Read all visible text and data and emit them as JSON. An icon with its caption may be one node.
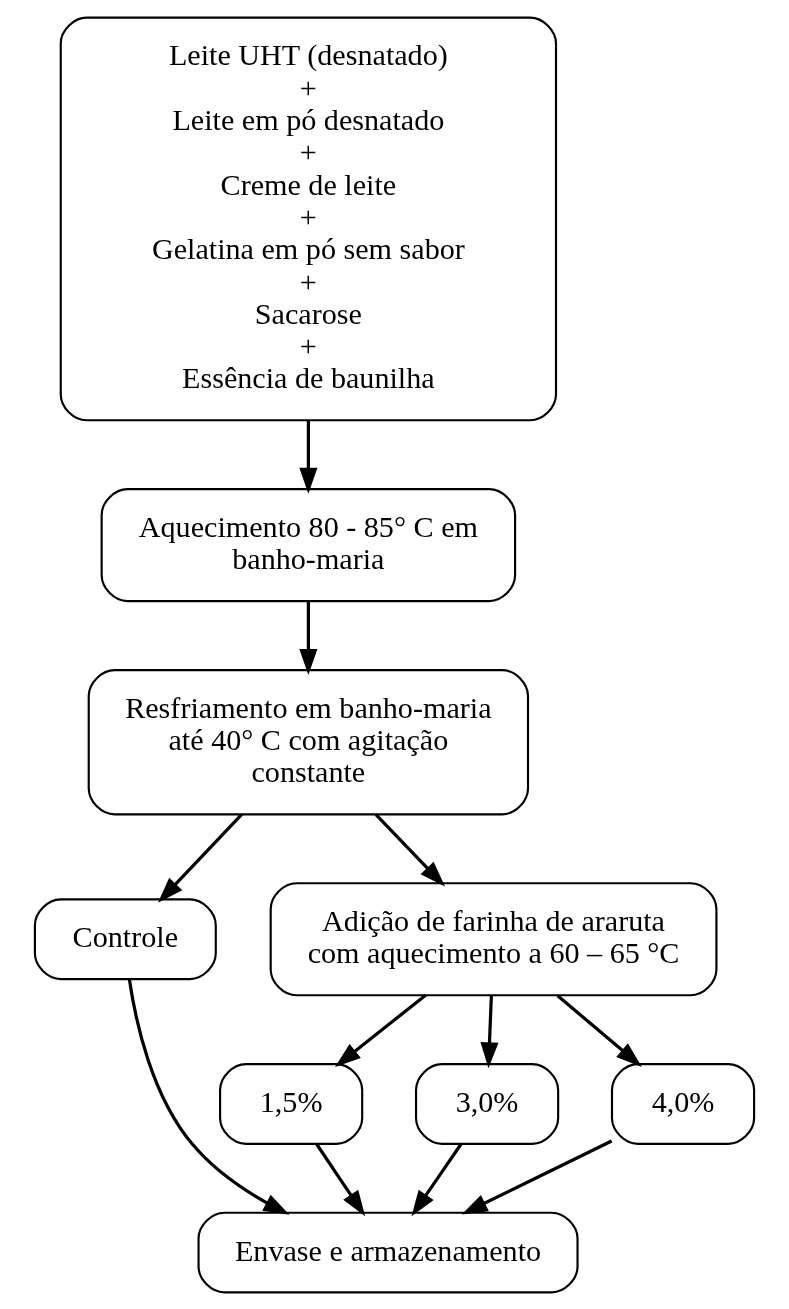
{
  "diagram": {
    "nodes": [
      {
        "text": [
          "Leite UHT (desnatado)",
          "+",
          "Leite em pó desnatado",
          "+",
          "Creme de leite",
          "+",
          "Gelatina em pó sem sabor",
          "+",
          "Sacarose",
          "+",
          "Essência de baunilha"
        ]
      },
      {
        "text": [
          "Aquecimento 80 - 85° C em banho-maria"
        ]
      },
      {
        "text": [
          "Resfriamento em banho-maria até 40° C com agitação constante"
        ]
      },
      {
        "text": [
          "Controle"
        ]
      },
      {
        "text": [
          "Adição de farinha de araruta com aquecimento a 60 – 65 °C"
        ]
      },
      {
        "text": [
          "1,5%"
        ]
      },
      {
        "text": [
          "3,0%"
        ]
      },
      {
        "text": [
          "4,0%"
        ]
      },
      {
        "text": [
          "Envase e armazenamento"
        ]
      }
    ],
    "edges": [
      {
        "from": 0,
        "to": 1,
        "arrow": "to"
      },
      {
        "from": 1,
        "to": 2,
        "arrow": "to"
      },
      {
        "from": 2,
        "to": 3,
        "arrow": "to"
      },
      {
        "from": 2,
        "to": 4,
        "arrow": "to"
      },
      {
        "from": 4,
        "to": 5,
        "arrow": "to"
      },
      {
        "from": 4,
        "to": 6,
        "arrow": "to"
      },
      {
        "from": 4,
        "to": 7,
        "arrow": "to"
      },
      {
        "from": 3,
        "to": 8,
        "arrow": "to"
      },
      {
        "from": 5,
        "to": 8,
        "arrow": "to"
      },
      {
        "from": 6,
        "to": 8,
        "arrow": "to"
      },
      {
        "from": 7,
        "to": 8,
        "arrow": "to"
      }
    ]
  }
}
